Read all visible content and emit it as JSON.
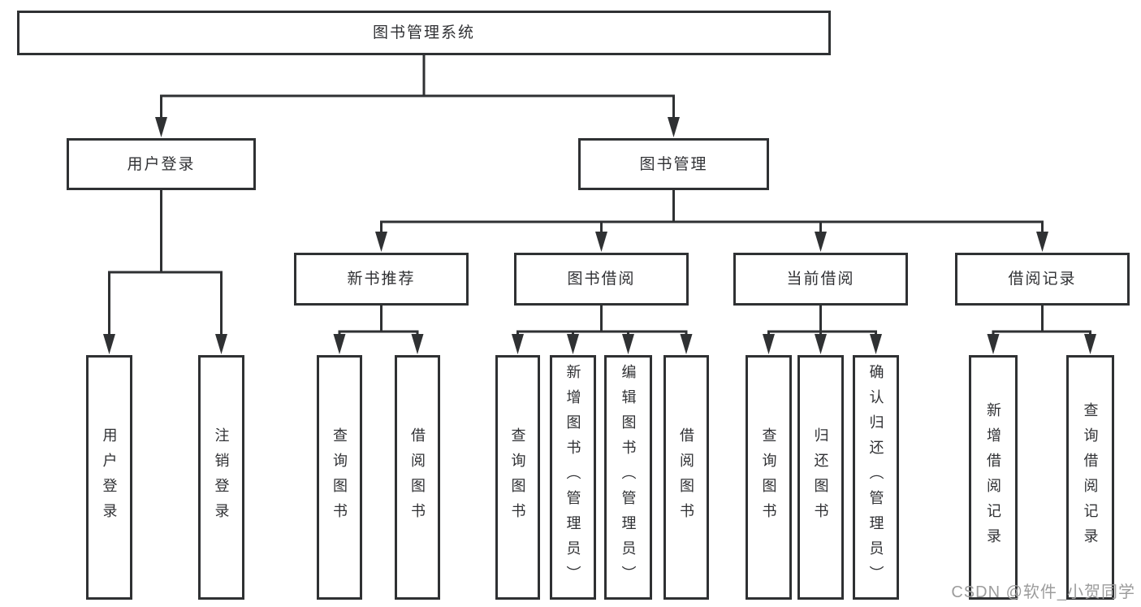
{
  "diagram": {
    "root": {
      "label": "图书管理系统"
    },
    "level2": [
      {
        "label": "用户登录"
      },
      {
        "label": "图书管理"
      }
    ],
    "level3": [
      {
        "label": "新书推荐"
      },
      {
        "label": "图书借阅"
      },
      {
        "label": "当前借阅"
      },
      {
        "label": "借阅记录"
      }
    ],
    "leaves": {
      "login": [
        {
          "label": "用户登录"
        },
        {
          "label": "注销登录"
        }
      ],
      "recommend": [
        {
          "label": "查询图书"
        },
        {
          "label": "借阅图书"
        }
      ],
      "borrow": [
        {
          "label": "查询图书"
        },
        {
          "label": "新增图书（管理员）"
        },
        {
          "label": "编辑图书（管理员）"
        },
        {
          "label": "借阅图书"
        }
      ],
      "current": [
        {
          "label": "查询图书"
        },
        {
          "label": "归还图书"
        },
        {
          "label": "确认归还（管理员）"
        }
      ],
      "records": [
        {
          "label": "新增借阅记录"
        },
        {
          "label": "查询借阅记录"
        }
      ]
    }
  },
  "watermark": {
    "text": "CSDN @软件_小贺同学"
  },
  "colors": {
    "line": "#2f3133",
    "text": "#303134",
    "box_bg": "#ffffff",
    "watermark": "#9c9c9c"
  }
}
